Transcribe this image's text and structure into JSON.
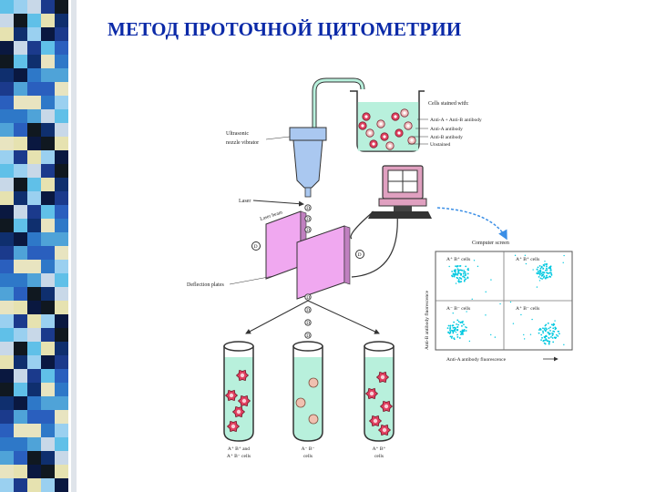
{
  "title": "МЕТОД ПРОТОЧНОЙ ЦИТОМЕТРИИ",
  "colors": {
    "title": "#0b2aa8",
    "fluid": "#b8f0dc",
    "plates": "#f0a8f0",
    "dots": "#00c8e0",
    "arrow": "#3a8ee6"
  },
  "diagram": {
    "beaker_label": "Cells stained with:",
    "beaker_items": [
      "Anti-A + Anti-B antibody",
      "Anti-A antibody",
      "Anti-B antibody",
      "Unstained"
    ],
    "vibrator_label_1": "Ultrasonic",
    "vibrator_label_2": "nozzle vibrator",
    "laser_label": "Laser",
    "beam_label": "Laser beam",
    "plates_label": "Deflection plates",
    "drop_charge": "D",
    "screen_title": "Computer screen",
    "quadrants": [
      "A⁺ B⁺ cells",
      "A⁺ B⁺ cells",
      "A⁻ B⁻ cells",
      "A⁺ B⁻ cells"
    ],
    "y_axis_label": "Anti-B antibody fluorescence",
    "x_axis_label": "Anti-A antibody fluorescence",
    "tubes": [
      {
        "line1": "A⁺ B⁺ and",
        "line2": "A⁺ B⁻ cells"
      },
      {
        "line1": "A⁻ B⁻",
        "line2": "cells"
      },
      {
        "line1": "A⁺ B⁺",
        "line2": "cells"
      }
    ]
  }
}
